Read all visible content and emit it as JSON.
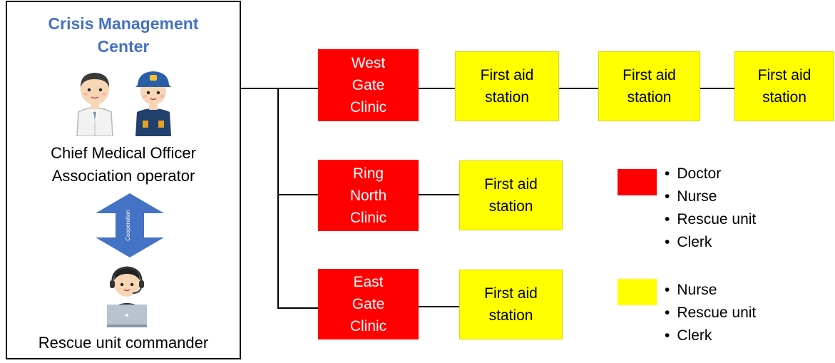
{
  "center": {
    "title_line1": "Crisis Management",
    "title_line2": "Center",
    "role_line1": "Chief Medical Officer",
    "role_line2": "Association operator",
    "arrow_label": "Cooperation",
    "commander": "Rescue unit commander"
  },
  "clinics": [
    {
      "lines": [
        "West",
        "Gate",
        "Clinic"
      ],
      "stations": [
        "First aid station",
        "First aid station",
        "First aid station"
      ]
    },
    {
      "lines": [
        "Ring",
        "North",
        "Clinic"
      ],
      "stations": [
        "First aid station"
      ]
    },
    {
      "lines": [
        "East",
        "Gate",
        "Clinic"
      ],
      "stations": [
        "First aid station"
      ]
    }
  ],
  "station_lines": [
    "First aid",
    "station"
  ],
  "legend": {
    "red_color": "#FF0000",
    "yellow_color": "#FFFF00",
    "red_items": [
      "Doctor",
      "Nurse",
      "Rescue unit",
      "Clerk"
    ],
    "yellow_items": [
      "Nurse",
      "Rescue unit",
      "Clerk"
    ]
  },
  "colors": {
    "title_blue": "#4472C4",
    "arrow_blue": "#4472C4"
  }
}
